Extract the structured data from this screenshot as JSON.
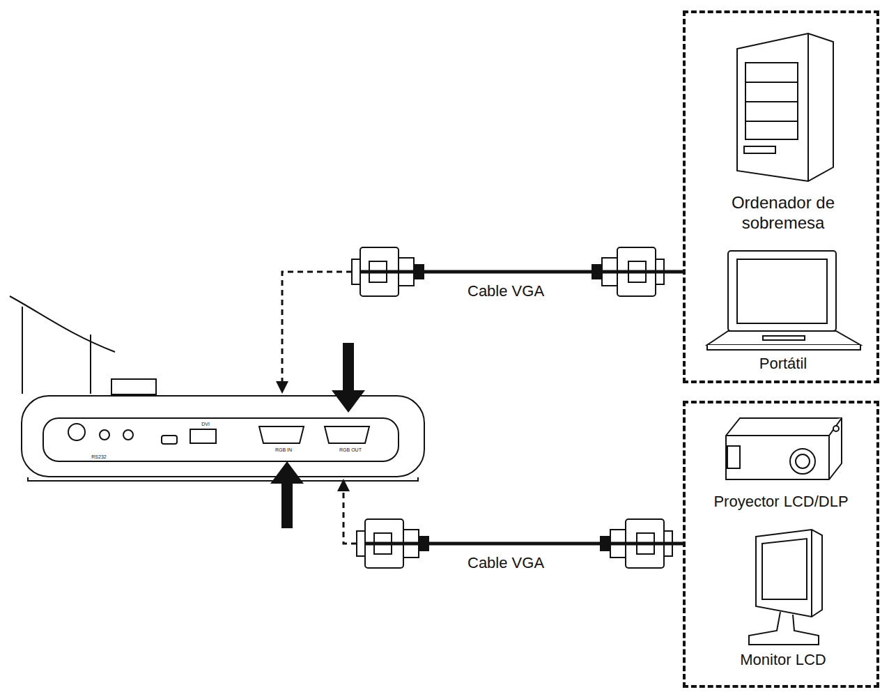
{
  "diagram": {
    "nodes": [
      {
        "text": [
          "RS232",
          "DVI",
          "RGB IN",
          "RGB OUT"
        ]
      },
      {
        "text": [
          "Ordenador de sobremesa",
          "Portátil"
        ]
      },
      {
        "text": [
          "Proyector LCD/DLP",
          "Monitor LCD"
        ]
      }
    ],
    "edges": [
      {
        "from": 1,
        "to": 0,
        "arrow": "to",
        "label": "Cable VGA"
      },
      {
        "from": 2,
        "to": 0,
        "arrow": "to",
        "label": "Cable VGA"
      }
    ]
  }
}
